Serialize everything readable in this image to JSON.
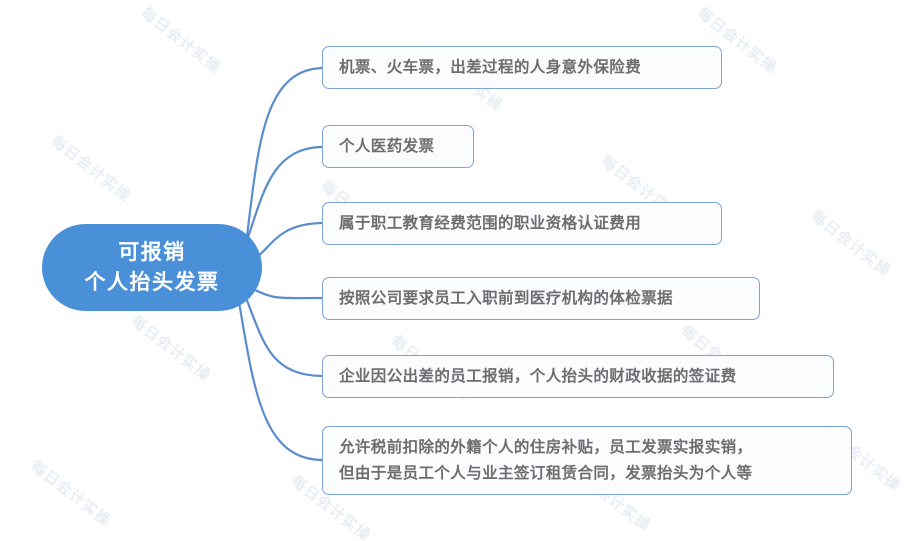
{
  "diagram": {
    "type": "mind-map",
    "orientation": "left-root-right-branches",
    "colors": {
      "root_fill": "#4a90d9",
      "root_text": "#ffffff",
      "branch_border": "#7fa3d4",
      "branch_fill": "#fbfcfe",
      "branch_text": "#6d6d70",
      "connector": "#5b8ccb",
      "background": "#ffffff",
      "watermark": "#b9c6dc"
    },
    "root": {
      "label_line1": "可报销",
      "label_line2": "个人抬头发票"
    },
    "branches": [
      {
        "id": "branch-1",
        "text": "机票、火车票，出差过程的人身意外保险费",
        "lines": 1
      },
      {
        "id": "branch-2",
        "text": "个人医药发票",
        "lines": 1
      },
      {
        "id": "branch-3",
        "text": "属于职工教育经费范围的职业资格认证费用",
        "lines": 1
      },
      {
        "id": "branch-4",
        "text": "按照公司要求员工入职前到医疗机构的体检票据",
        "lines": 1
      },
      {
        "id": "branch-5",
        "text": "企业因公出差的员工报销，个人抬头的财政收据的签证费",
        "lines": 1
      },
      {
        "id": "branch-6",
        "text": "允许税前扣除的外籍个人的住房补贴，员工发票实报实销，\n但由于是员工个人与业主签订租赁合同，发票抬头为个人等",
        "lines": 2
      }
    ],
    "watermark": {
      "text": "每日会计实操"
    }
  }
}
